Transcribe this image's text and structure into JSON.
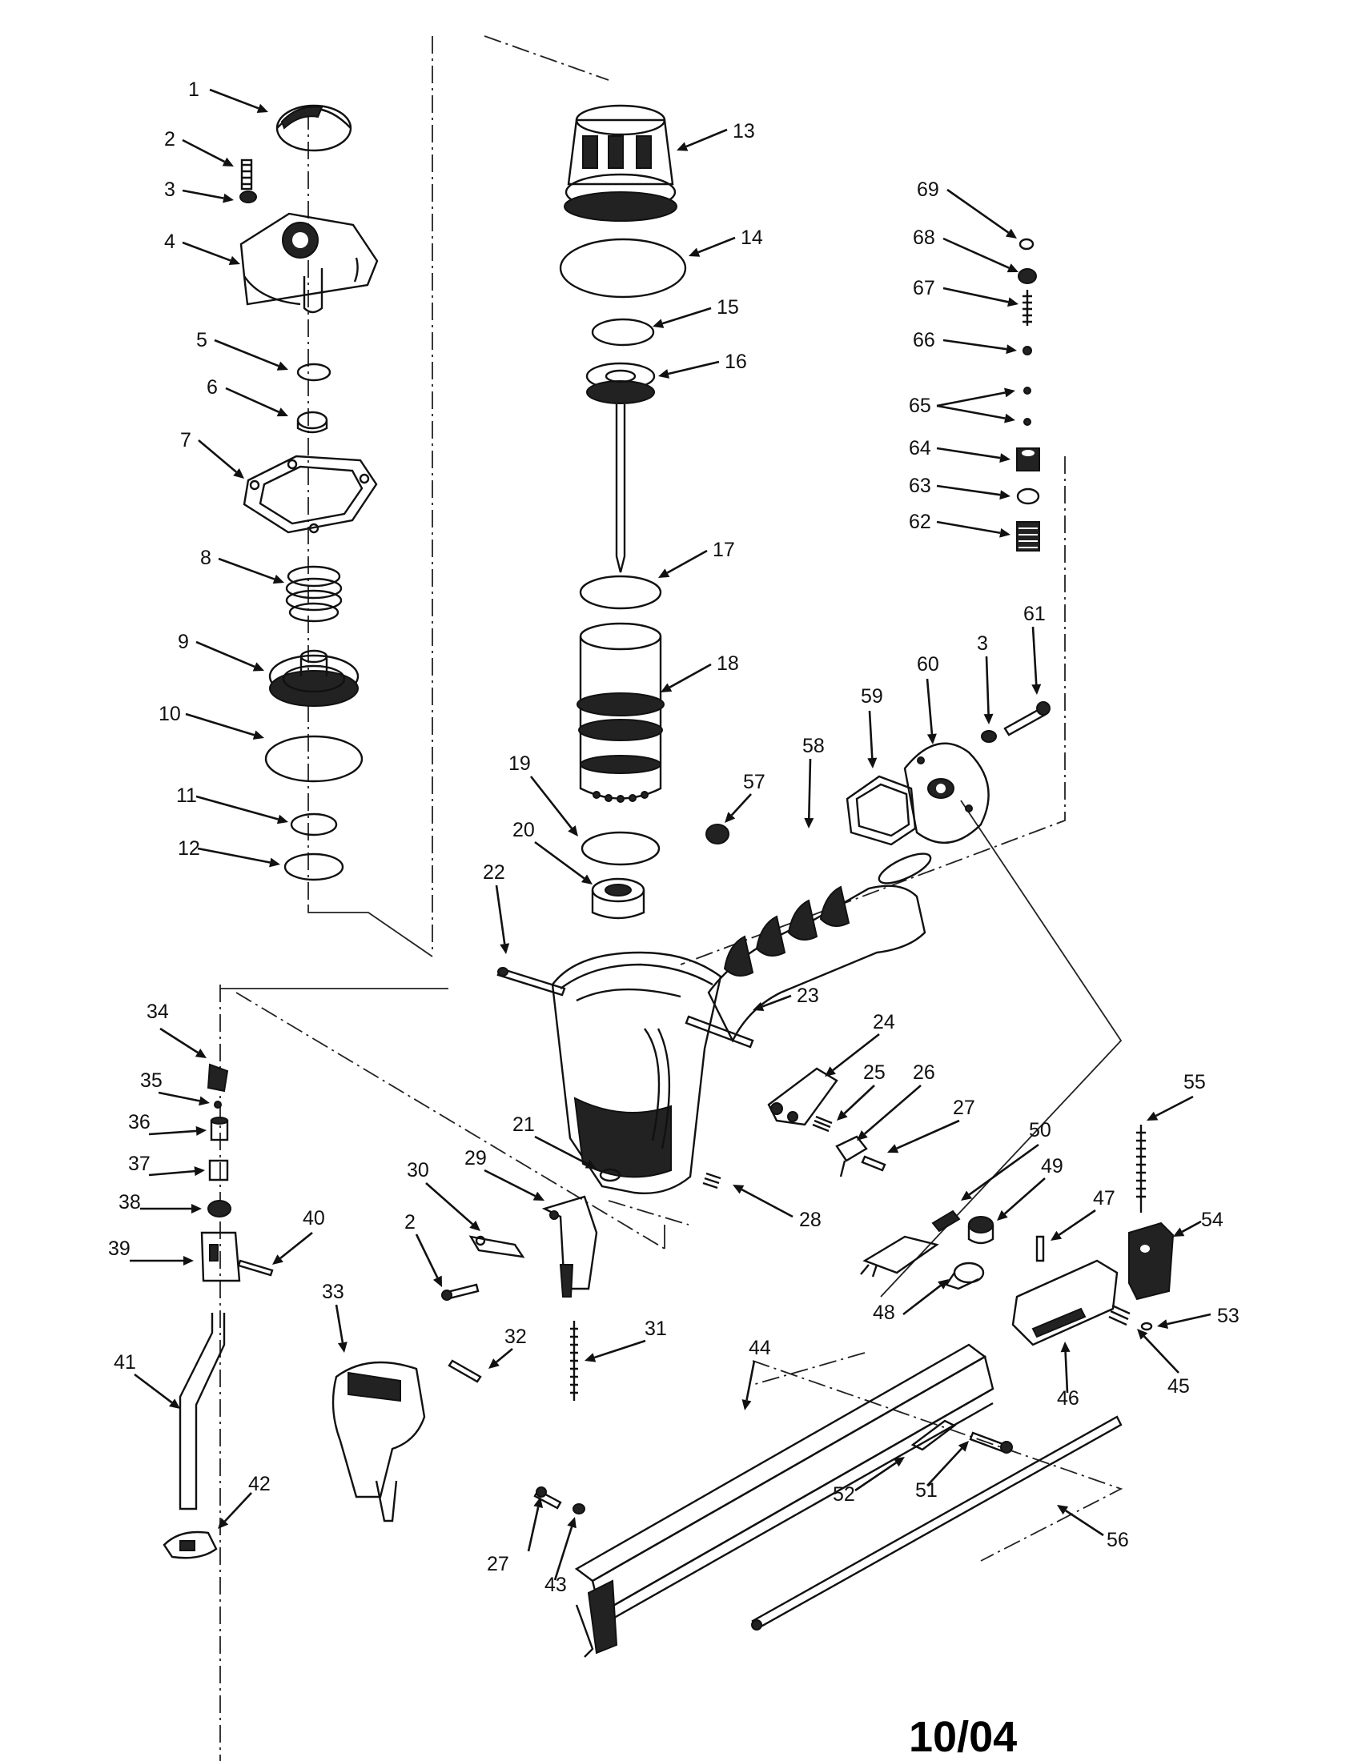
{
  "diagram": {
    "callouts": [
      {
        "id": "1",
        "text": "1"
      },
      {
        "id": "2",
        "text": "2"
      },
      {
        "id": "3",
        "text": "3"
      },
      {
        "id": "4",
        "text": "4"
      },
      {
        "id": "5",
        "text": "5"
      },
      {
        "id": "6",
        "text": "6"
      },
      {
        "id": "7",
        "text": "7"
      },
      {
        "id": "8",
        "text": "8"
      },
      {
        "id": "9",
        "text": "9"
      },
      {
        "id": "10",
        "text": "10"
      },
      {
        "id": "11",
        "text": "11"
      },
      {
        "id": "12",
        "text": "12"
      },
      {
        "id": "13",
        "text": "13"
      },
      {
        "id": "14",
        "text": "14"
      },
      {
        "id": "15",
        "text": "15"
      },
      {
        "id": "16",
        "text": "16"
      },
      {
        "id": "17",
        "text": "17"
      },
      {
        "id": "18",
        "text": "18"
      },
      {
        "id": "19",
        "text": "19"
      },
      {
        "id": "20",
        "text": "20"
      },
      {
        "id": "21",
        "text": "21"
      },
      {
        "id": "22",
        "text": "22"
      },
      {
        "id": "23",
        "text": "23"
      },
      {
        "id": "24",
        "text": "24"
      },
      {
        "id": "25",
        "text": "25"
      },
      {
        "id": "26",
        "text": "26"
      },
      {
        "id": "27a",
        "text": "27"
      },
      {
        "id": "28",
        "text": "28"
      },
      {
        "id": "29",
        "text": "29"
      },
      {
        "id": "30",
        "text": "30"
      },
      {
        "id": "31",
        "text": "31"
      },
      {
        "id": "32",
        "text": "32"
      },
      {
        "id": "33",
        "text": "33"
      },
      {
        "id": "34",
        "text": "34"
      },
      {
        "id": "35",
        "text": "35"
      },
      {
        "id": "36",
        "text": "36"
      },
      {
        "id": "37",
        "text": "37"
      },
      {
        "id": "38",
        "text": "38"
      },
      {
        "id": "39",
        "text": "39"
      },
      {
        "id": "40",
        "text": "40"
      },
      {
        "id": "41",
        "text": "41"
      },
      {
        "id": "42",
        "text": "42"
      },
      {
        "id": "2b",
        "text": "2"
      },
      {
        "id": "43",
        "text": "43"
      },
      {
        "id": "44",
        "text": "44"
      },
      {
        "id": "45",
        "text": "45"
      },
      {
        "id": "46",
        "text": "46"
      },
      {
        "id": "47",
        "text": "47"
      },
      {
        "id": "48",
        "text": "48"
      },
      {
        "id": "49",
        "text": "49"
      },
      {
        "id": "50",
        "text": "50"
      },
      {
        "id": "51",
        "text": "51"
      },
      {
        "id": "52",
        "text": "52"
      },
      {
        "id": "53",
        "text": "53"
      },
      {
        "id": "54",
        "text": "54"
      },
      {
        "id": "55",
        "text": "55"
      },
      {
        "id": "56",
        "text": "56"
      },
      {
        "id": "57",
        "text": "57"
      },
      {
        "id": "58",
        "text": "58"
      },
      {
        "id": "59",
        "text": "59"
      },
      {
        "id": "60",
        "text": "60"
      },
      {
        "id": "3b",
        "text": "3"
      },
      {
        "id": "61",
        "text": "61"
      },
      {
        "id": "62",
        "text": "62"
      },
      {
        "id": "63",
        "text": "63"
      },
      {
        "id": "64",
        "text": "64"
      },
      {
        "id": "65",
        "text": "65"
      },
      {
        "id": "66",
        "text": "66"
      },
      {
        "id": "67",
        "text": "67"
      },
      {
        "id": "68",
        "text": "68"
      },
      {
        "id": "69",
        "text": "69"
      },
      {
        "id": "27b",
        "text": "27"
      }
    ],
    "date_code": "10/04"
  }
}
